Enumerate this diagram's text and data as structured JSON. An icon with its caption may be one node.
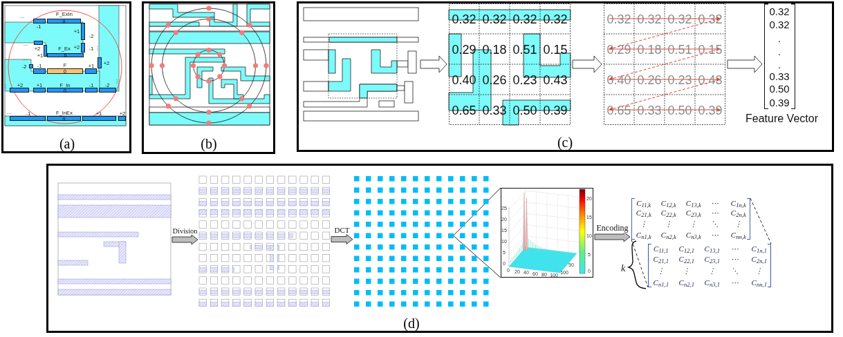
{
  "diagram": {
    "nodes": [
      {
        "text": [
          "(a)"
        ]
      },
      {
        "text": [],
        "shape": "bar",
        "in": 0,
        "beside": [
          "-1"
        ]
      },
      {
        "text": [
          "F_ExIn",
          "0"
        ],
        "in": 0
      },
      {
        "text": [],
        "shape": "bar",
        "in": 0,
        "beside": [
          "+1",
          "-2"
        ]
      },
      {
        "text": [],
        "shape": "bar",
        "in": 0,
        "beside": [
          "+2"
        ]
      },
      {
        "text": [],
        "shape": "bar",
        "in": 0,
        "beside": [
          "+2",
          "-1"
        ]
      },
      {
        "text": [],
        "shape": "bar",
        "in": 0,
        "beside": [
          "+1"
        ]
      },
      {
        "text": [
          "F_Ex",
          "0"
        ],
        "in": 0
      },
      {
        "text": [],
        "shape": "bar",
        "in": 0,
        "beside": [
          "+2"
        ]
      },
      {
        "text": [],
        "shape": "bar",
        "in": 0,
        "beside": [
          "-2"
        ]
      },
      {
        "text": [],
        "shape": "bar",
        "in": 0,
        "beside": [
          "-1"
        ]
      },
      {
        "text": [
          "F",
          "0"
        ],
        "in": 0
      },
      {
        "text": [],
        "shape": "bar",
        "in": 0,
        "beside": [
          "+1"
        ]
      },
      {
        "text": [],
        "shape": "bar",
        "in": 0,
        "beside": [
          "+2"
        ]
      },
      {
        "text": [],
        "shape": "bar",
        "in": 0,
        "beside": [
          "+1"
        ]
      },
      {
        "text": [
          "F_In",
          "0"
        ],
        "in": 0
      },
      {
        "text": [],
        "shape": "bar",
        "in": 0,
        "beside": [
          "-1"
        ]
      },
      {
        "text": [],
        "shape": "bar",
        "in": 0,
        "beside": [
          "-2"
        ]
      },
      {
        "text": [],
        "shape": "bar",
        "in": 0,
        "beside": [
          "-1"
        ]
      },
      {
        "text": [
          "F_InEx",
          "0"
        ],
        "in": 0
      },
      {
        "text": [],
        "shape": "bar",
        "in": 0,
        "beside": [
          "+1"
        ]
      },
      {
        "text": [],
        "shape": "bar",
        "in": 0,
        "beside": [
          "+2"
        ]
      },
      {
        "text": [
          "(b)"
        ]
      },
      {
        "text": [
          "(c)"
        ]
      },
      {
        "text": [],
        "shape": "picture",
        "in": 23
      },
      {
        "text": [
          "0.32",
          "0.32",
          "0.32",
          "0.32",
          "0.29",
          "0.18",
          "0.51",
          "0.15",
          "0.40",
          "0.26",
          "0.23",
          "0.43",
          "0.65",
          "0.33",
          "0.50",
          "0.39"
        ],
        "in": 23
      },
      {
        "text": [
          "0.32",
          "0.32",
          "0.32",
          "0.32",
          "0.29",
          "0.18",
          "0.51",
          "0.15",
          "0.40",
          "0.26",
          "0.23",
          "0.43",
          "0.65",
          "0.33",
          "0.50",
          "0.39"
        ],
        "in": 23
      },
      {
        "text": [
          "0.32",
          "0.32",
          ".",
          ".",
          ".",
          "0.33",
          "0.50",
          "0.39",
          "Feature Vector"
        ],
        "in": 23
      },
      {
        "text": [
          "(d)"
        ]
      },
      {
        "text": [],
        "shape": "picture",
        "in": 28
      },
      {
        "text": [],
        "shape": "picture",
        "in": 28
      },
      {
        "text": [],
        "shape": "picture",
        "in": 28
      },
      {
        "text": [],
        "shape": "box",
        "in": 31
      },
      {
        "text": [
          "25",
          "20",
          "15",
          "10",
          "5",
          "0",
          "0",
          "20",
          "40",
          "60",
          "80",
          "100",
          "50",
          "100",
          "20",
          "15",
          "10",
          "5",
          "0"
        ],
        "in": 28
      },
      {
        "text": [
          "C$_{11,k}$",
          "C$_{12,k}$",
          "C$_{13,k}$",
          "⋯",
          "C$_{1n,k}$",
          "C$_{21,k}$",
          "C$_{22,k}$",
          "C$_{23,k}$",
          "⋯",
          "C$_{2n,k}$",
          "⋮",
          "⋮",
          "⋮",
          "⋱",
          "⋮",
          "C$_{n1,k}$",
          "C$_{n2,k}$",
          "C$_{n3,k}$",
          "⋯",
          "C$_{nn,k}$"
        ],
        "in": 28
      },
      {
        "text": [
          "C$_{11,1}$",
          "C$_{12,1}$",
          "C$_{13,1}$",
          "⋯",
          "C$_{1n,1}$",
          "C$_{21,1}$",
          "C$_{22,1}$",
          "C$_{23,1}$",
          "⋯",
          "C$_{2n,1}$",
          "⋮",
          "⋮",
          "⋮",
          "⋱",
          "⋮",
          "C$_{n1,1}$",
          "C$_{n2,1}$",
          "C$_{n3,1}$",
          "⋯",
          "C$_{nn,1}$"
        ],
        "in": 28
      }
    ],
    "edges": [
      {
        "from": 24,
        "to": 25,
        "arrow": "to",
        "style": "thick"
      },
      {
        "from": 25,
        "to": 26,
        "arrow": "to",
        "style": "thick"
      },
      {
        "from": 26,
        "to": 27,
        "arrow": "to",
        "style": "thick"
      },
      {
        "from": 29,
        "to": 30,
        "arrow": "to",
        "style": "thick",
        "color": "#bdbdbd",
        "label": "Division"
      },
      {
        "from": 30,
        "to": 31,
        "arrow": "to",
        "style": "thick",
        "color": "#bdbdbd",
        "label": "DCT"
      },
      {
        "from": 32,
        "to": 33,
        "arrow": "none"
      },
      {
        "from": 32,
        "to": 33,
        "arrow": "none"
      },
      {
        "from": 33,
        "to": 34,
        "arrow": "to",
        "style": "thick",
        "color": "#bdbdbd",
        "label": "Encoding"
      },
      {
        "from": 34,
        "to": 35,
        "arrow": "none",
        "style": "dashed"
      },
      {
        "from": 34,
        "to": 35,
        "arrow": "none",
        "style": "dashed"
      }
    ],
    "labels": [
      "...",
      "...",
      "⋮",
      "...",
      "⋮",
      "⋮",
      "...",
      "k"
    ]
  }
}
